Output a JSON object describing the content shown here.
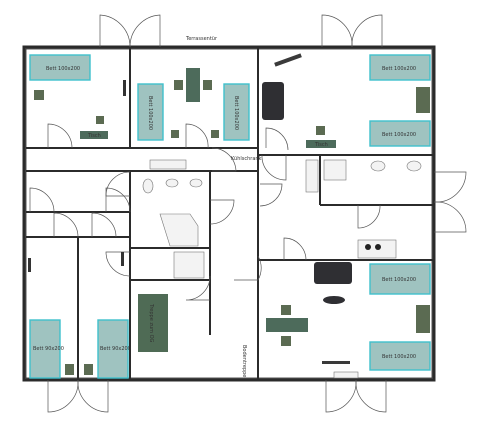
{
  "labels": {
    "terrace_door": "Terrassentür",
    "fridge": "Kühlschrank",
    "stairs_og": "Treppe zum OG",
    "stairs_down": "Bodentreppe",
    "bed_100_a": "Bett 100x200",
    "bed_100_b": "Bett 100x200",
    "bed_100_c": "Bett 100x200",
    "bed_100_d": "Bett 100x200",
    "bed_100_e": "Bett 100x200",
    "bed_100_f": "Bett 100x200",
    "bed_100_g": "Bett 100x200",
    "bed_90_a": "Bett 90x200",
    "bed_90_b": "Bett 90x200",
    "table_a": "Tisch",
    "table_b": "Tisch"
  },
  "colors": {
    "wall": "#2b2b2b",
    "bed_fill": "#9fc3c0",
    "bed_border": "#3fc0cc",
    "furniture_dark": "#5b6b52",
    "table_top": "#4d6b5b",
    "sofa": "#2f2f33",
    "stairs": "#4f6b55"
  }
}
